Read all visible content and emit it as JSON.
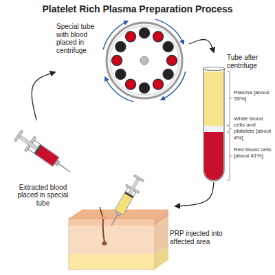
{
  "diagram": {
    "title": "Platelet Rich Plasma Preparation Process",
    "nodes": [
      {
        "text": [
          "Extracted blood placed in special tube"
        ]
      },
      {
        "text": [
          "Special tube with blood placed in centrifuge"
        ]
      },
      {
        "text": [
          "Tube after centrifuge"
        ]
      },
      {
        "text": [
          "PRP injected into affected area"
        ]
      }
    ],
    "edges": [
      {
        "from": 0,
        "to": 1,
        "arrow": "to"
      },
      {
        "from": 1,
        "to": 2,
        "arrow": "to"
      },
      {
        "from": 2,
        "to": 3,
        "arrow": "to"
      }
    ],
    "labels": [
      "Plasma [about 55%]",
      "White blood cells and platelets [about 4%]",
      "Red blood cells [about 41%]"
    ]
  }
}
